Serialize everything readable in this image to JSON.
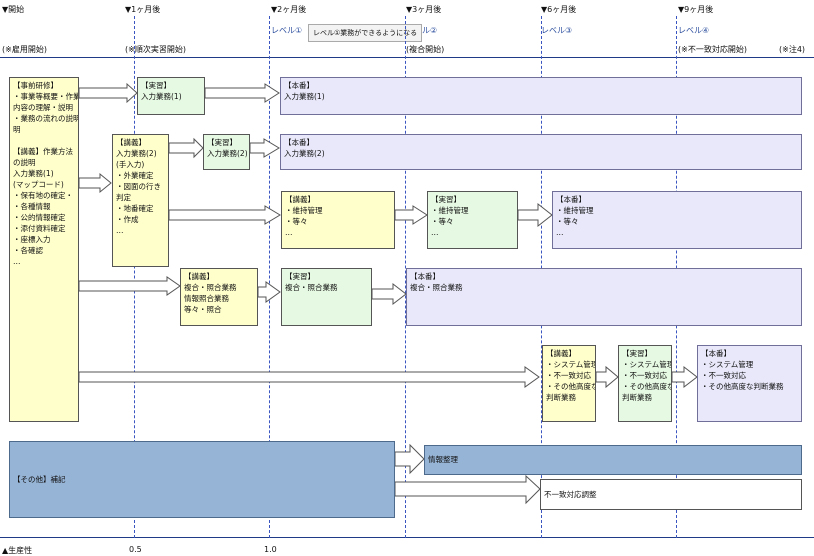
{
  "milestones": [
    {
      "key": "m0",
      "marker": "▼開始",
      "sub": "(※雇用開始)"
    },
    {
      "key": "m1",
      "marker": "▼1ヶ月後",
      "sub": "(※順次実習開始)"
    },
    {
      "key": "m2",
      "marker": "▼2ヶ月後",
      "level": "レベル①"
    },
    {
      "key": "m3",
      "marker": "▼3ヶ月後",
      "level": "レベル②",
      "sub": "(複合開始)"
    },
    {
      "key": "m6",
      "marker": "▼6ヶ月後",
      "level": "レベル③"
    },
    {
      "key": "m9",
      "marker": "▼9ヶ月後",
      "level": "レベル④",
      "sub": "(※不一致対応開始)"
    }
  ],
  "note_right": "(※注4)",
  "callout": "レベル①業務ができるようになる",
  "boxes": {
    "intro": [
      "【事前研修】",
      "・事業等概要・作業",
      "内容の理解・説明",
      "・業務の流れの説明",
      "明",
      "",
      "【講義】作業方法",
      "の説明",
      "入力業務(1)",
      "(マップコード)",
      "・保有地の確定・",
      "・各種情報",
      "・公的情報確定",
      "・添付資料確定",
      "・座標入力",
      "・各確認",
      "…"
    ],
    "r1_train": [
      "【実習】",
      "入力業務(1)"
    ],
    "r1_main": [
      "【本番】",
      "入力業務(1)"
    ],
    "r2_lecture": [
      "【講義】",
      "入力業務(2)",
      "(手入力)",
      "・外業確定",
      "・図面の行き判定",
      "・地番確定",
      "・作成",
      "…"
    ],
    "r2_train": [
      "【実習】",
      "入力業務(2)"
    ],
    "r2_main": [
      "【本番】",
      "入力業務(2)"
    ],
    "r3_lecture": [
      "【講義】",
      "・維持管理",
      "・等々",
      "…"
    ],
    "r3_train": [
      "【実習】",
      "・維持管理",
      "・等々",
      "…"
    ],
    "r3_main": [
      "【本番】",
      "・維持管理",
      "・等々",
      "…"
    ],
    "r4_lecture": [
      "【講義】",
      "複合・照合業務",
      "情報照合業務",
      "等々・照合"
    ],
    "r4_train": [
      "【実習】",
      "複合・照合業務"
    ],
    "r4_main": [
      "【本番】",
      "複合・照合業務"
    ],
    "r5_lecture": [
      "【講義】",
      "・システム管理",
      "・不一致対応",
      "・その他高度な",
      "判断業務"
    ],
    "r5_train": [
      "【実習】",
      "・システム管理",
      "・不一致対応",
      "・その他高度な",
      "判断業務"
    ],
    "r5_main": [
      "【本番】",
      "・システム管理",
      "・不一致対応",
      "・その他高度な判断業務"
    ],
    "bottom_left": "【その他】補記",
    "bottom_r1": "情報整理",
    "bottom_r2": "不一致対応調整"
  },
  "axis": {
    "label": "▲生産性",
    "ticks": [
      {
        "key": "t05",
        "label": "0.5"
      },
      {
        "key": "t10",
        "label": "1.0"
      }
    ]
  },
  "colors": {
    "line": "#1f3a86",
    "yellow": "#ffffcc",
    "green": "#e6f9e2",
    "lavender": "#e8e8fa",
    "blue": "#96b4d6"
  }
}
